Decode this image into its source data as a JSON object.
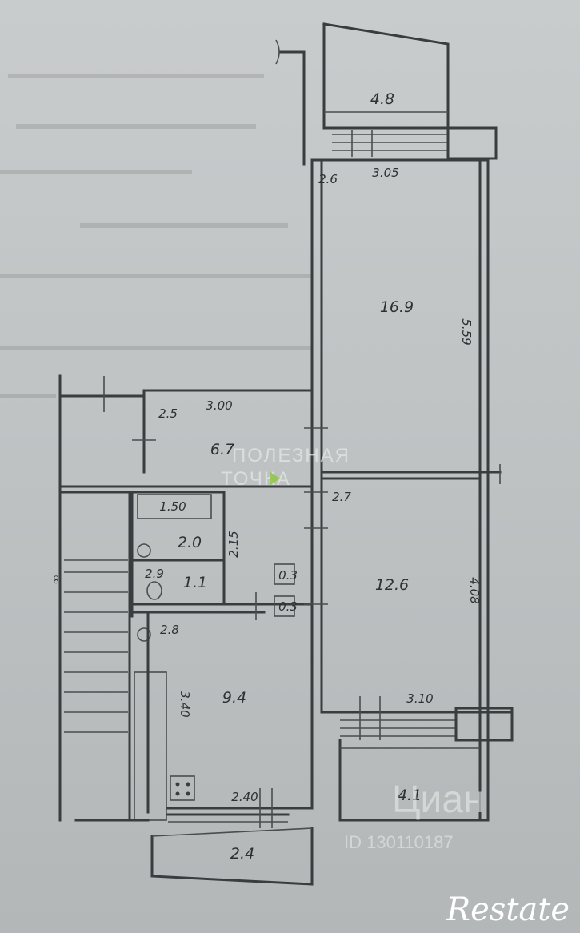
{
  "rooms": [
    {
      "id": "loggia-top",
      "area": "4.8"
    },
    {
      "id": "room-large",
      "area": "16.9"
    },
    {
      "id": "room-small",
      "area": "6.7"
    },
    {
      "id": "bathroom",
      "area": "2.0"
    },
    {
      "id": "toilet",
      "area": "1.1"
    },
    {
      "id": "closet-a",
      "area": "0.3"
    },
    {
      "id": "closet-b",
      "area": "0.3"
    },
    {
      "id": "room-right",
      "area": "12.6"
    },
    {
      "id": "kitchen",
      "area": "9.4"
    },
    {
      "id": "loggia-bottom",
      "area": "4.1"
    },
    {
      "id": "balcony-kitchen",
      "area": "2.4"
    }
  ],
  "dimensions": [
    "2.6",
    "3.05",
    "5.59",
    "2.5",
    "3.00",
    "2.7",
    "1.50",
    "2.15",
    "2.9",
    "2.8",
    "4.08",
    "3.10",
    "3.40",
    "2.40"
  ],
  "watermarks": {
    "center_line1": "ПОЛЕЗНАЯ",
    "center_line2": "ТОЧКА",
    "cian_logo": "Циан",
    "cian_id": "ID 130110187",
    "restate_logo": "Restate"
  },
  "colors": {
    "paper": "#c4c7c8",
    "ink": "#3a3d40",
    "watermark_green": "#8cc63f"
  }
}
